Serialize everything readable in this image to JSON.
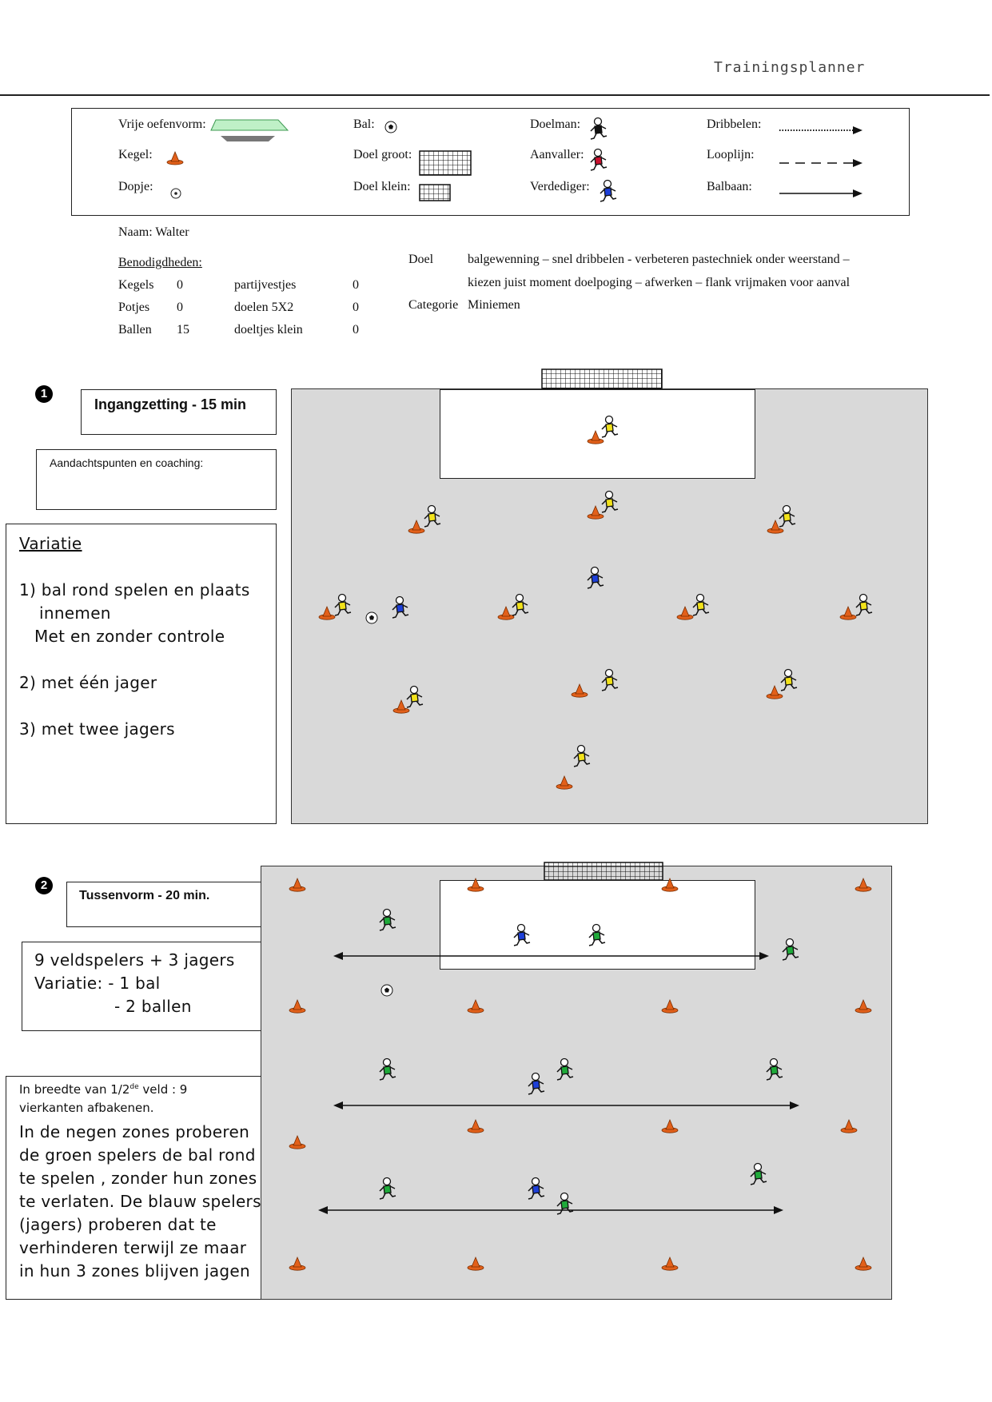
{
  "header": {
    "title": "Trainingsplanner"
  },
  "legend": {
    "vrije_oefenvorm": "Vrije oefenvorm:",
    "kegel": "Kegel:",
    "dopje": "Dopje:",
    "bal": "Bal:",
    "doel_groot": "Doel groot:",
    "doel_klein": "Doel klein:",
    "doelman": "Doelman:",
    "aanvaller": "Aanvaller:",
    "verdediger": "Verdediger:",
    "dribbelen": "Dribbelen:",
    "looplijn": "Looplijn:",
    "balbaan": "Balbaan:"
  },
  "info": {
    "naam": "Naam: Walter",
    "benodigdheden": "Benodigdheden:",
    "rows": [
      {
        "item1": "Kegels",
        "val1": "0",
        "item2": "partijvestjes",
        "val2": "0"
      },
      {
        "item1": "Potjes",
        "val1": "0",
        "item2": "doelen 5X2",
        "val2": "0"
      },
      {
        "item1": "Ballen",
        "val1": "15",
        "item2": "doeltjes klein",
        "val2": "0"
      }
    ],
    "doel_label": "Doel",
    "doel_line1": "balgewenning – snel dribbelen - verbeteren pastechniek onder weerstand –",
    "doel_line2": "kiezen juist moment doelpoging – afwerken – flank vrijmaken voor aanval",
    "categorie_label": "Categorie",
    "categorie_value": "Miniemen"
  },
  "exercise1": {
    "number": "❶",
    "title": "Ingangzetting - 15 min",
    "coaching": "Aandachtspunten en coaching:",
    "variatie_title": "Variatie",
    "lines": [
      "1) bal rond spelen en plaats",
      "innemen",
      "Met en zonder controle",
      "2)  met één jager",
      "3) met twee jagers"
    ]
  },
  "exercise2": {
    "number": "❷",
    "title": "Tussenvorm - 20 min.",
    "box2_lines": [
      "9 veldspelers + 3 jagers",
      "Variatie:   - 1 bal",
      "- 2 ballen"
    ],
    "desc_small_a": "In breedte van 1/2",
    "desc_small_sup": "de",
    "desc_small_b": " veld : 9",
    "desc_small_c": "vierkanten afbakenen.",
    "desc_lines": [
      "In de negen zones proberen",
      "de groen spelers de bal rond",
      "te spelen , zonder hun zones",
      "te verlaten. De blauw spelers",
      "(jagers) proberen dat te",
      "verhinderen terwijl ze maar",
      "in hun 3 zones blijven jagen"
    ]
  },
  "colors": {
    "field": "#d9d9d9",
    "cone": "#e2601a",
    "yellow_player": "#f2e21a",
    "blue_player": "#1d3fd8",
    "green_player": "#1faa3a",
    "red_player": "#c8102e"
  }
}
